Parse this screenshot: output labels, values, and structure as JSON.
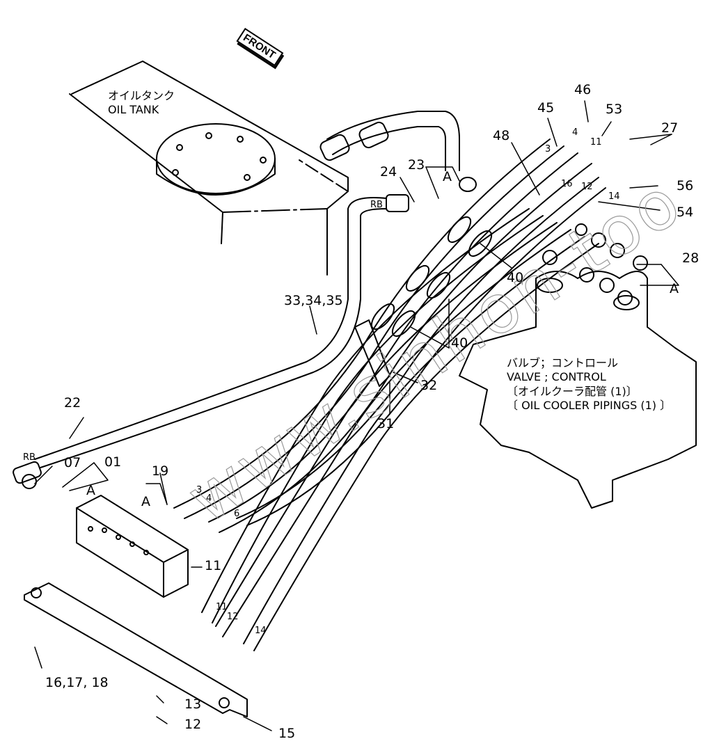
{
  "diagram": {
    "type": "exploded-parts-diagram",
    "front_indicator": "FRONT",
    "oil_tank": {
      "label_jp": "オイルタンク",
      "label_en": "OIL TANK"
    },
    "control_valve": {
      "label_jp": "バルブ；コントロール",
      "label_en": "VALVE ; CONTROL",
      "ref_jp": "〔オイルクーラ配管 (1)〕",
      "ref_en": "〔 OIL  COOLER  PIPINGS (1) 〕"
    },
    "watermark": "www.sinhon-too",
    "callouts": [
      {
        "id": "46",
        "text": "46"
      },
      {
        "id": "45",
        "text": "45"
      },
      {
        "id": "53",
        "text": "53"
      },
      {
        "id": "48",
        "text": "48"
      },
      {
        "id": "27",
        "text": "27"
      },
      {
        "id": "56",
        "text": "56"
      },
      {
        "id": "54",
        "text": "54"
      },
      {
        "id": "24",
        "text": "24"
      },
      {
        "id": "23",
        "text": "23"
      },
      {
        "id": "A1",
        "text": "A"
      },
      {
        "id": "40a",
        "text": "40"
      },
      {
        "id": "28",
        "text": "28"
      },
      {
        "id": "A2",
        "text": "A"
      },
      {
        "id": "33-35",
        "text": "33,34,35"
      },
      {
        "id": "40b",
        "text": "40"
      },
      {
        "id": "32",
        "text": "32"
      },
      {
        "id": "31",
        "text": "31"
      },
      {
        "id": "22",
        "text": "22"
      },
      {
        "id": "07",
        "text": "07"
      },
      {
        "id": "01",
        "text": "01"
      },
      {
        "id": "A3",
        "text": "A"
      },
      {
        "id": "19",
        "text": "19"
      },
      {
        "id": "A4",
        "text": "A"
      },
      {
        "id": "11",
        "text": "11"
      },
      {
        "id": "16-18",
        "text": "16,17, 18"
      },
      {
        "id": "13",
        "text": "13"
      },
      {
        "id": "12",
        "text": "12"
      },
      {
        "id": "15",
        "text": "15"
      }
    ],
    "hose_tags": [
      "RB",
      "RB",
      "3",
      "4",
      "6",
      "11",
      "12",
      "14",
      "3",
      "4",
      "11",
      "16",
      "12",
      "14"
    ]
  }
}
